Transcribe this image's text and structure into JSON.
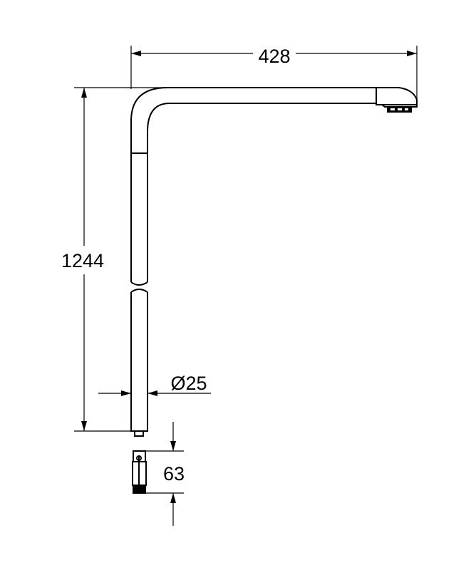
{
  "drawing": {
    "dimensions": {
      "width_label": "428",
      "height_label": "1244",
      "diameter_label": "Ø25",
      "fitting_label": "63"
    },
    "colors": {
      "line": "#000000",
      "background": "#ffffff"
    }
  }
}
